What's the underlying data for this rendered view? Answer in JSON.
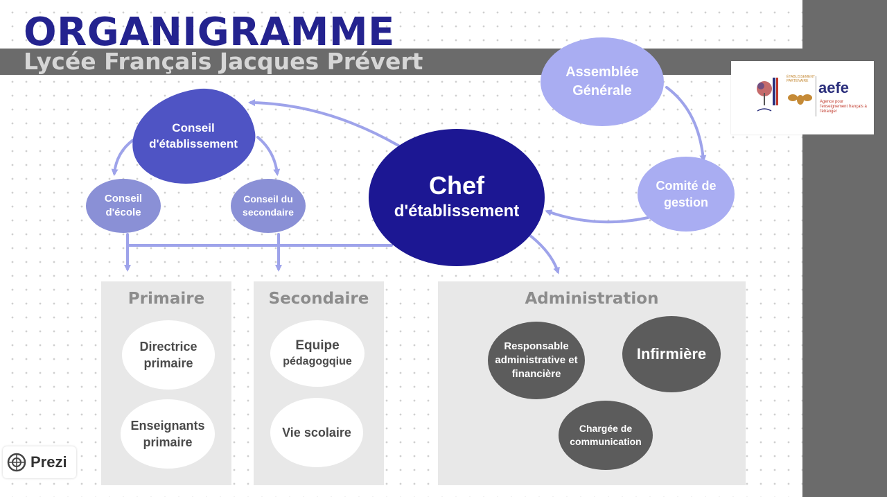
{
  "header": {
    "title": "ORGANIGRAMME",
    "subtitle": "Lycée Français Jacques Prévert"
  },
  "logo": {
    "brand": "aefe",
    "tagline": "Agence pour l'enseignement français à l'étranger",
    "partner_text": "ÉTABLISSEMENT PARTENAIRE"
  },
  "nodes": {
    "conseil_etablissement": "Conseil d'établissement",
    "conseil_ecole": "Conseil d'école",
    "conseil_secondaire": "Conseil du secondaire",
    "chef_line1": "Chef",
    "chef_line2": "d'établissement",
    "assemblee_generale": "Assemblée Générale",
    "comite_gestion": "Comité de gestion"
  },
  "sections": {
    "primaire": {
      "title": "Primaire",
      "items": [
        "Directrice primaire",
        "Enseignants primaire"
      ]
    },
    "secondaire": {
      "title": "Secondaire",
      "items": [
        "Equipe",
        "pédagogqiue",
        "Vie scolaire"
      ]
    },
    "administration": {
      "title": "Administration",
      "items": [
        "Responsable administrative et financière",
        "Infirmière",
        "Chargée de communication"
      ]
    }
  },
  "footer": {
    "prezi_label": "Prezi"
  },
  "colors": {
    "title": "#24238f",
    "chef": "#1c1793",
    "conseil_etab": "#4f54c4",
    "conseils": "#8a90d6",
    "assemblee": "#a9adf2",
    "arrows": "#9ea3ea",
    "admin_nodes": "#5c5c5c"
  }
}
